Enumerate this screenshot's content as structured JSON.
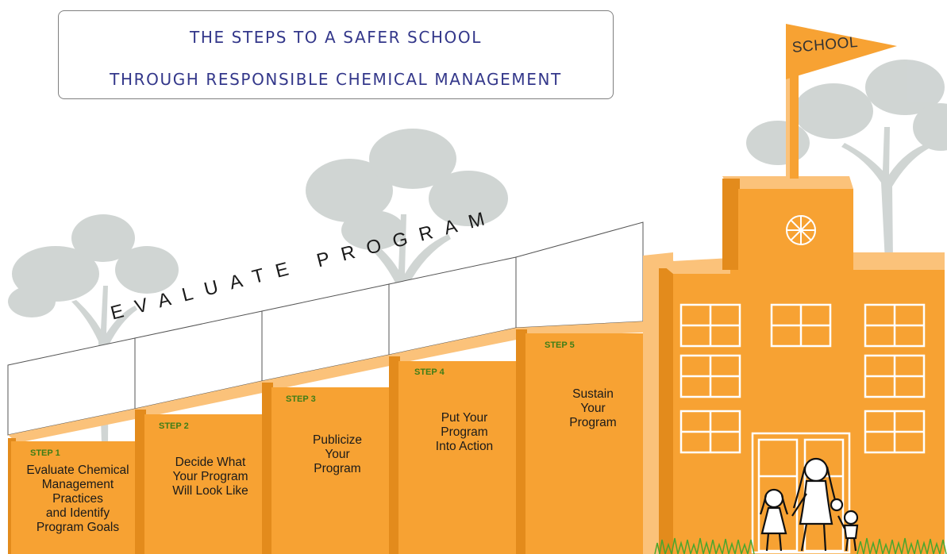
{
  "header": {
    "title_line1": "THE STEPS TO A SAFER SCHOOL",
    "title_line2": "THROUGH RESPONSIBLE CHEMICAL MANAGEMENT"
  },
  "banner": {
    "label": "EVALUATE PROGRAM"
  },
  "steps": [
    {
      "number": "STEP 1",
      "text": "Evaluate Chemical\nManagement\nPractices\nand Identify\nProgram Goals"
    },
    {
      "number": "STEP 2",
      "text": "Decide What\nYour Program\nWill Look Like"
    },
    {
      "number": "STEP 3",
      "text": "Publicize\nYour\nProgram"
    },
    {
      "number": "STEP 4",
      "text": "Put Your\nProgram\nInto Action"
    },
    {
      "number": "STEP 5",
      "text": "Sustain\nYour\nProgram"
    }
  ],
  "school": {
    "flag_label": "SCHOOL"
  },
  "colors": {
    "orange": "#f7a233",
    "orange_light": "#fbc27a",
    "orange_dark": "#e38b1c",
    "title_blue": "#33378a",
    "step_green": "#3d7d17",
    "tree_gray": "#c5cbc9",
    "grass_green": "#4aa62d"
  },
  "icons": {
    "clock": "clock-icon",
    "trees": "tree-icon",
    "people": "people-icon"
  }
}
